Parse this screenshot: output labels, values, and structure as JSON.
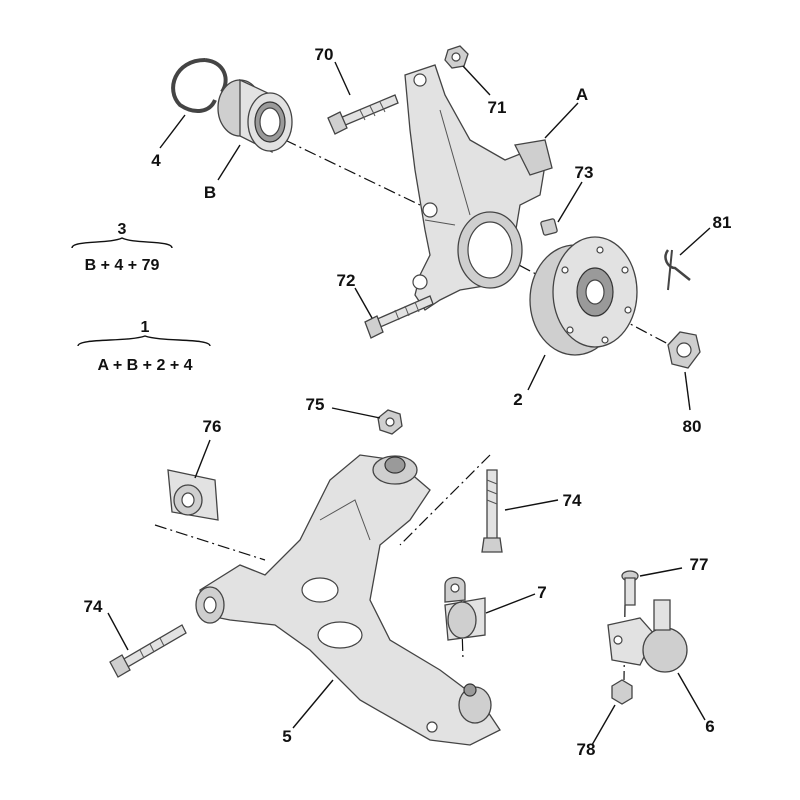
{
  "labels": {
    "n70": "70",
    "n71": "71",
    "nA": "A",
    "n4": "4",
    "nB": "B",
    "n73": "73",
    "n81": "81",
    "n72": "72",
    "n2": "2",
    "n80": "80",
    "n75": "75",
    "n76": "76",
    "n74a": "74",
    "n74b": "74",
    "n7": "7",
    "n77": "77",
    "n5": "5",
    "n6": "6",
    "n78": "78"
  },
  "kits": [
    {
      "number": "3",
      "formula": "B + 4 + 79"
    },
    {
      "number": "1",
      "formula": "A + B + 2 + 4"
    }
  ]
}
